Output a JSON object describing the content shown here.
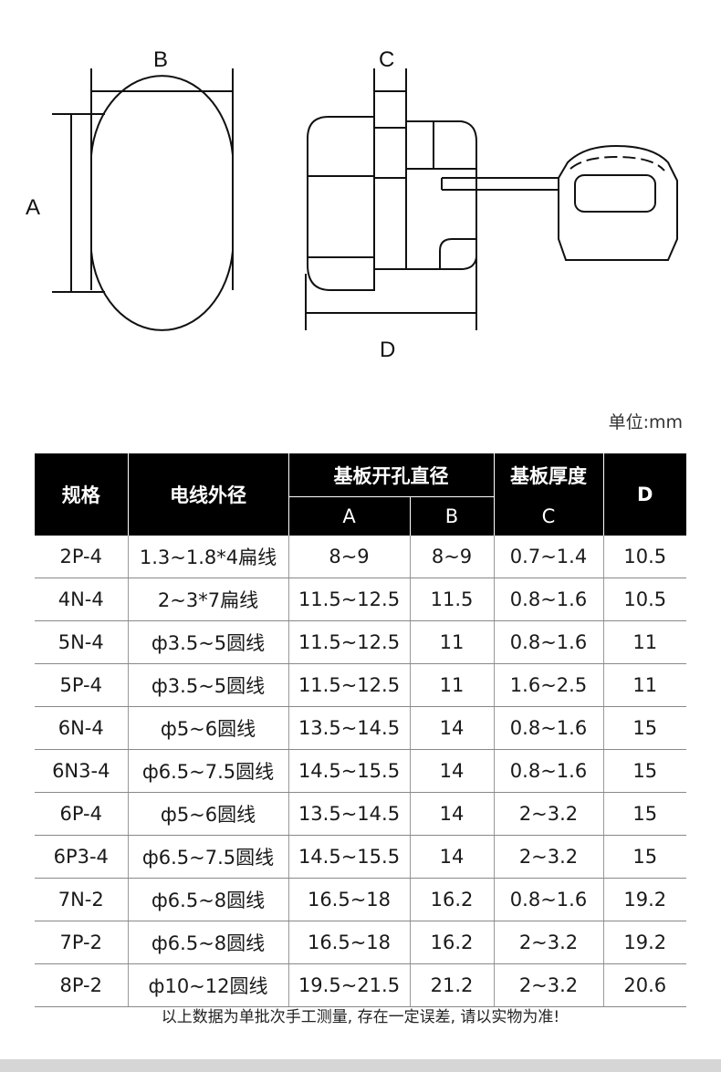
{
  "diagram": {
    "labels": {
      "a": "A",
      "b": "B",
      "c": "C",
      "d": "D"
    }
  },
  "unit": "单位:mm",
  "table": {
    "headers": {
      "spec": "规格",
      "wire_od": "电线外径",
      "hole_dia": "基板开孔直径",
      "a": "A",
      "b": "B",
      "thickness": "基板厚度",
      "c": "C",
      "d": "D"
    },
    "rows": [
      [
        "2P-4",
        "1.3~1.8*4扁线",
        "8~9",
        "8~9",
        "0.7~1.4",
        "10.5"
      ],
      [
        "4N-4",
        "2~3*7扁线",
        "11.5~12.5",
        "11.5",
        "0.8~1.6",
        "10.5"
      ],
      [
        "5N-4",
        "ф3.5~5圆线",
        "11.5~12.5",
        "11",
        "0.8~1.6",
        "11"
      ],
      [
        "5P-4",
        "ф3.5~5圆线",
        "11.5~12.5",
        "11",
        "1.6~2.5",
        "11"
      ],
      [
        "6N-4",
        "ф5~6圆线",
        "13.5~14.5",
        "14",
        "0.8~1.6",
        "15"
      ],
      [
        "6N3-4",
        "ф6.5~7.5圆线",
        "14.5~15.5",
        "14",
        "0.8~1.6",
        "15"
      ],
      [
        "6P-4",
        "ф5~6圆线",
        "13.5~14.5",
        "14",
        "2~3.2",
        "15"
      ],
      [
        "6P3-4",
        "ф6.5~7.5圆线",
        "14.5~15.5",
        "14",
        "2~3.2",
        "15"
      ],
      [
        "7N-2",
        "ф6.5~8圆线",
        "16.5~18",
        "16.2",
        "0.8~1.6",
        "19.2"
      ],
      [
        "7P-2",
        "ф6.5~8圆线",
        "16.5~18",
        "16.2",
        "2~3.2",
        "19.2"
      ],
      [
        "8P-2",
        "ф10~12圆线",
        "19.5~21.5",
        "21.2",
        "2~3.2",
        "20.6"
      ]
    ]
  },
  "note": "以上数据为单批次手工测量, 存在一定误差, 请以实物为准!"
}
